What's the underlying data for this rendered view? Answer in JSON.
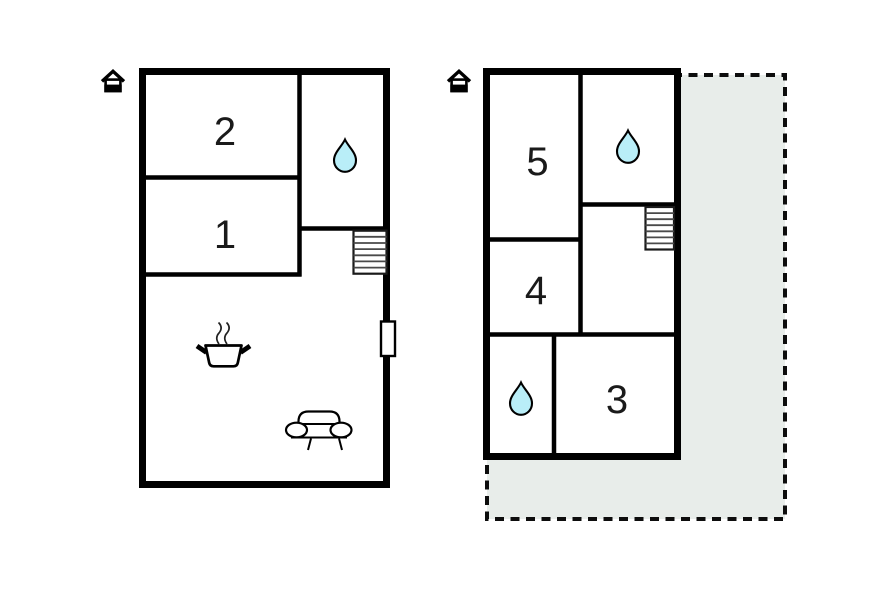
{
  "palette": {
    "wall": "#000000",
    "water_drop": "#b9eef8",
    "terrace_fill": "#e8edea",
    "room_fill": "#ffffff",
    "label_color": "#1a1a1a"
  },
  "floors": [
    {
      "name": "left-floor",
      "rooms": [
        {
          "label": "2"
        },
        {
          "label": "1"
        }
      ],
      "icons": [
        "house-orientation-icon",
        "water-drop-icon",
        "stairs-icon",
        "window-marker",
        "stove-icon",
        "sofa-icon"
      ]
    },
    {
      "name": "right-floor",
      "rooms": [
        {
          "label": "5"
        },
        {
          "label": "4"
        },
        {
          "label": "3"
        }
      ],
      "icons": [
        "house-orientation-icon",
        "water-drop-icon",
        "water-drop-icon",
        "stairs-icon",
        "terrace-dashed-area"
      ]
    }
  ]
}
